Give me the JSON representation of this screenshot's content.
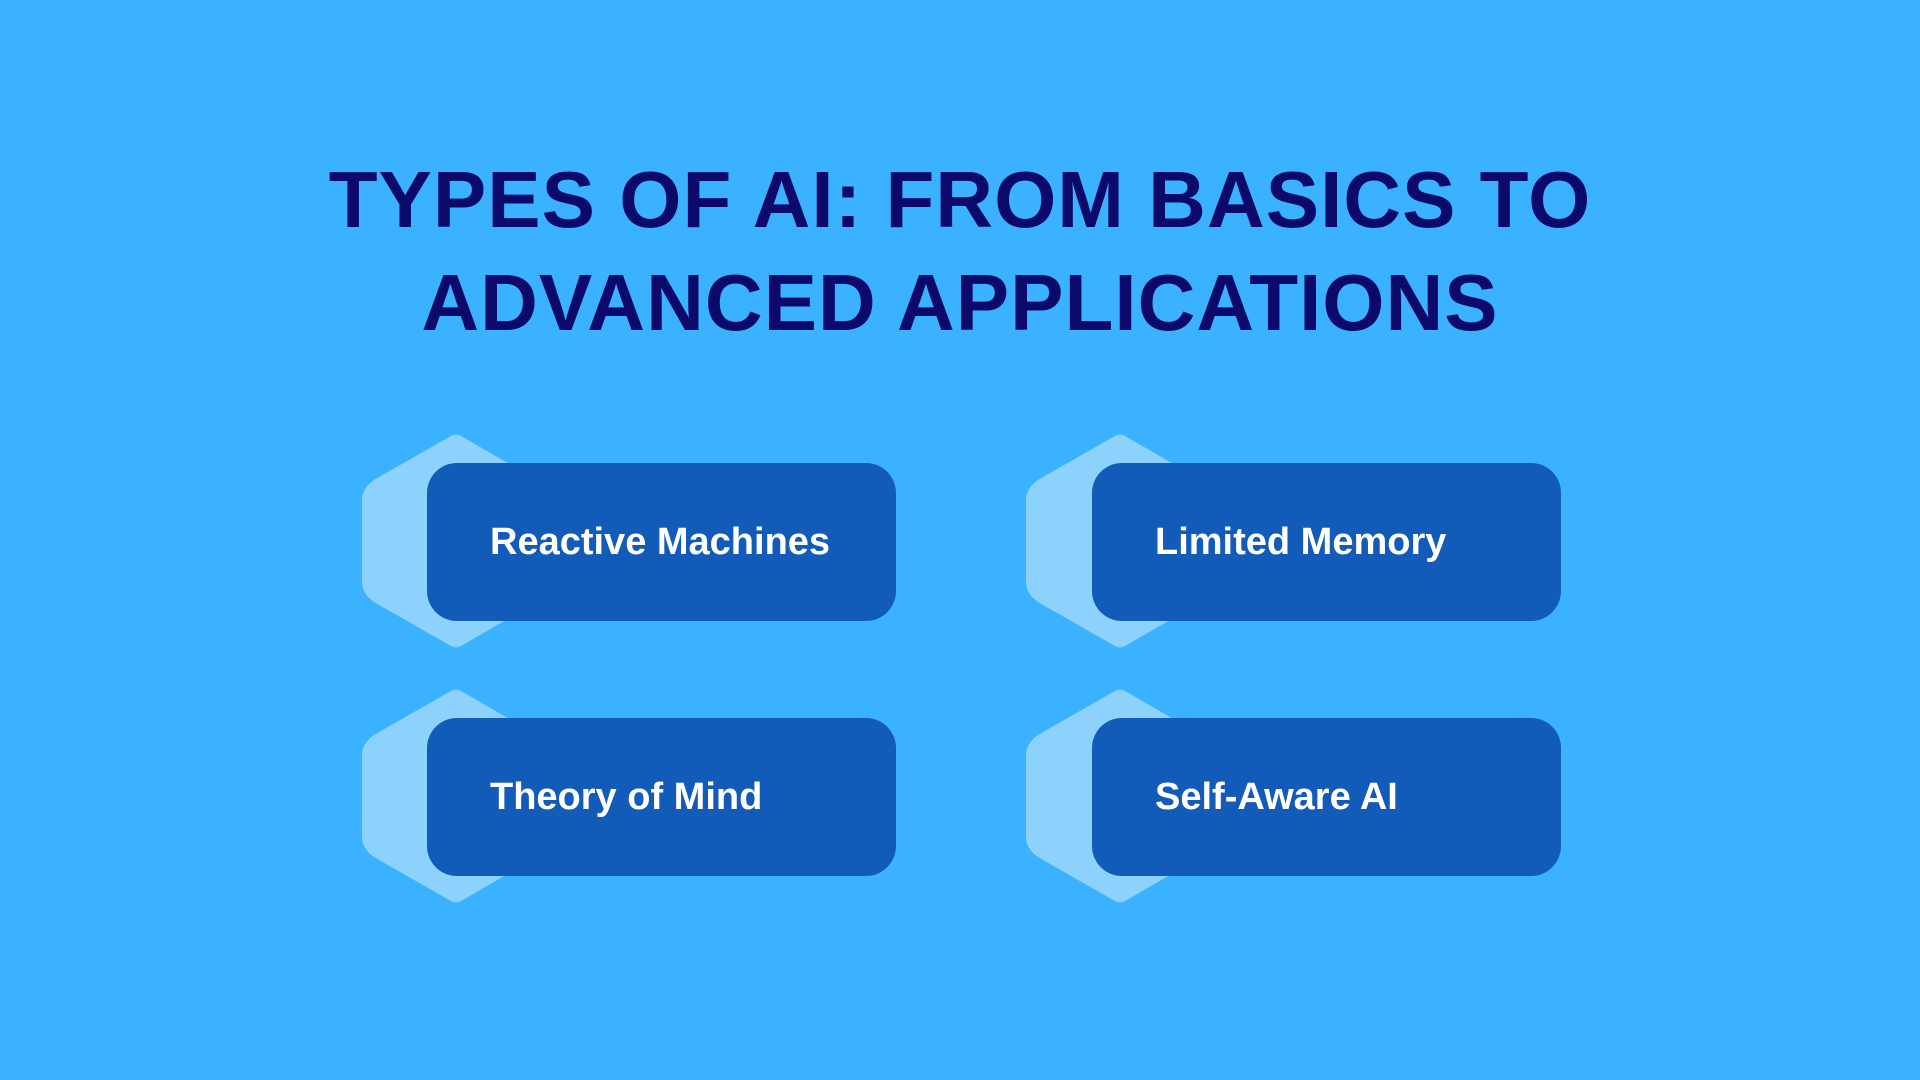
{
  "title": {
    "line1": "TYPES OF AI: FROM BASICS TO",
    "line2": "ADVANCED APPLICATIONS"
  },
  "items": [
    {
      "label": "Reactive Machines"
    },
    {
      "label": "Limited Memory"
    },
    {
      "label": "Theory of Mind"
    },
    {
      "label": "Self-Aware AI"
    }
  ],
  "colors": {
    "background": "#3bb2ff",
    "title": "#0b0a6b",
    "card": "#135bb8",
    "hexagon": "#8dd1fd",
    "card_text": "#ffffff"
  }
}
